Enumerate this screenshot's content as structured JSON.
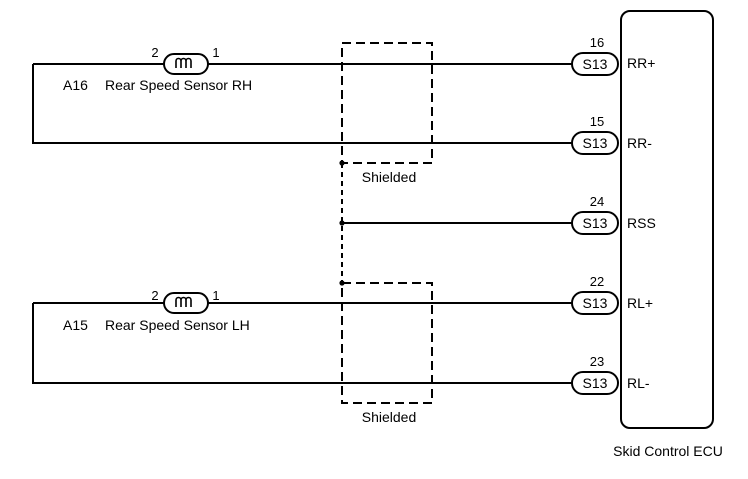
{
  "sensors": {
    "rh": {
      "code": "A16",
      "name": "Rear Speed Sensor RH",
      "pin_left": "2",
      "pin_right": "1"
    },
    "lh": {
      "code": "A15",
      "name": "Rear Speed Sensor LH",
      "pin_left": "2",
      "pin_right": "1"
    }
  },
  "shield_label": "Shielded",
  "ecu": {
    "name": "Skid Control ECU",
    "connector": "S13",
    "terminals": [
      {
        "pin": "16",
        "name": "RR+"
      },
      {
        "pin": "15",
        "name": "RR-"
      },
      {
        "pin": "24",
        "name": "RSS"
      },
      {
        "pin": "22",
        "name": "RL+"
      },
      {
        "pin": "23",
        "name": "RL-"
      }
    ]
  }
}
